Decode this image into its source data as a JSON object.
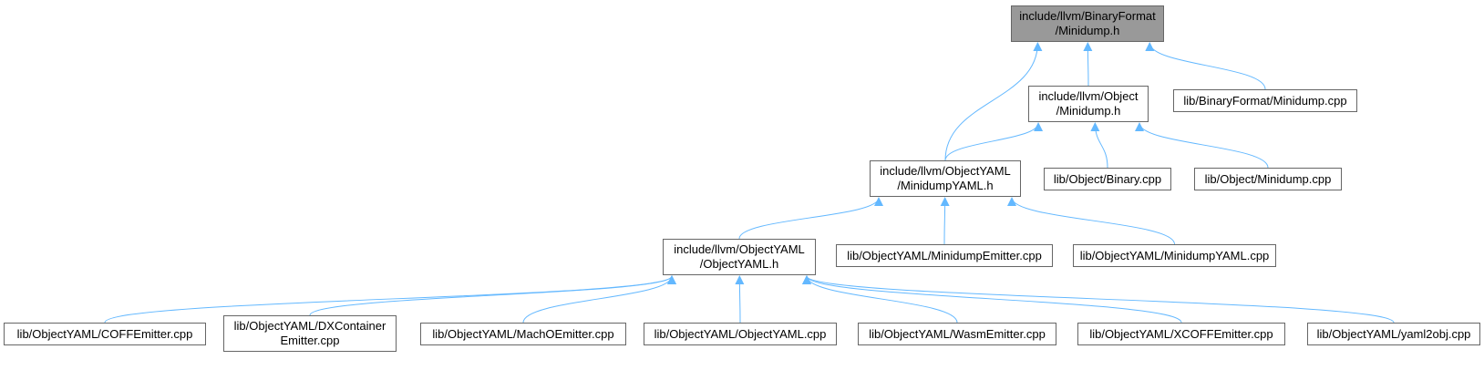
{
  "colors": {
    "edge": "#63b8ff",
    "root_fill": "#999999",
    "node_border": "#666666"
  },
  "nodes": {
    "root": {
      "line1": "include/llvm/BinaryFormat",
      "line2": "/Minidump.h"
    },
    "obj_minidump_h": {
      "line1": "include/llvm/Object",
      "line2": "/Minidump.h"
    },
    "binaryformat_minidump_cpp": {
      "line1": "lib/BinaryFormat/Minidump.cpp"
    },
    "minidumpyaml_h": {
      "line1": "include/llvm/ObjectYAML",
      "line2": "/MinidumpYAML.h"
    },
    "object_binary_cpp": {
      "line1": "lib/Object/Binary.cpp"
    },
    "object_minidump_cpp": {
      "line1": "lib/Object/Minidump.cpp"
    },
    "objectyaml_h": {
      "line1": "include/llvm/ObjectYAML",
      "line2": "/ObjectYAML.h"
    },
    "minidumpemitter_cpp": {
      "line1": "lib/ObjectYAML/MinidumpEmitter.cpp"
    },
    "minidumpyaml_cpp": {
      "line1": "lib/ObjectYAML/MinidumpYAML.cpp"
    },
    "coffemitter_cpp": {
      "line1": "lib/ObjectYAML/COFFEmitter.cpp"
    },
    "dxcontaineremitter_cpp": {
      "line1": "lib/ObjectYAML/DXContainer",
      "line2": "Emitter.cpp"
    },
    "machoemitter_cpp": {
      "line1": "lib/ObjectYAML/MachOEmitter.cpp"
    },
    "objectyaml_cpp": {
      "line1": "lib/ObjectYAML/ObjectYAML.cpp"
    },
    "wasmemitter_cpp": {
      "line1": "lib/ObjectYAML/WasmEmitter.cpp"
    },
    "xcoffemitter_cpp": {
      "line1": "lib/ObjectYAML/XCOFFEmitter.cpp"
    },
    "yaml2obj_cpp": {
      "line1": "lib/ObjectYAML/yaml2obj.cpp"
    }
  },
  "edges": [
    {
      "from": "obj_minidump_h",
      "to": "root"
    },
    {
      "from": "minidumpyaml_h",
      "to": "root"
    },
    {
      "from": "binaryformat_minidump_cpp",
      "to": "root"
    },
    {
      "from": "minidumpyaml_h",
      "to": "obj_minidump_h"
    },
    {
      "from": "object_binary_cpp",
      "to": "obj_minidump_h"
    },
    {
      "from": "object_minidump_cpp",
      "to": "obj_minidump_h"
    },
    {
      "from": "objectyaml_h",
      "to": "minidumpyaml_h"
    },
    {
      "from": "minidumpemitter_cpp",
      "to": "minidumpyaml_h"
    },
    {
      "from": "minidumpyaml_cpp",
      "to": "minidumpyaml_h"
    },
    {
      "from": "coffemitter_cpp",
      "to": "objectyaml_h"
    },
    {
      "from": "dxcontaineremitter_cpp",
      "to": "objectyaml_h"
    },
    {
      "from": "machoemitter_cpp",
      "to": "objectyaml_h"
    },
    {
      "from": "objectyaml_cpp",
      "to": "objectyaml_h"
    },
    {
      "from": "wasmemitter_cpp",
      "to": "objectyaml_h"
    },
    {
      "from": "xcoffemitter_cpp",
      "to": "objectyaml_h"
    },
    {
      "from": "yaml2obj_cpp",
      "to": "objectyaml_h"
    }
  ]
}
